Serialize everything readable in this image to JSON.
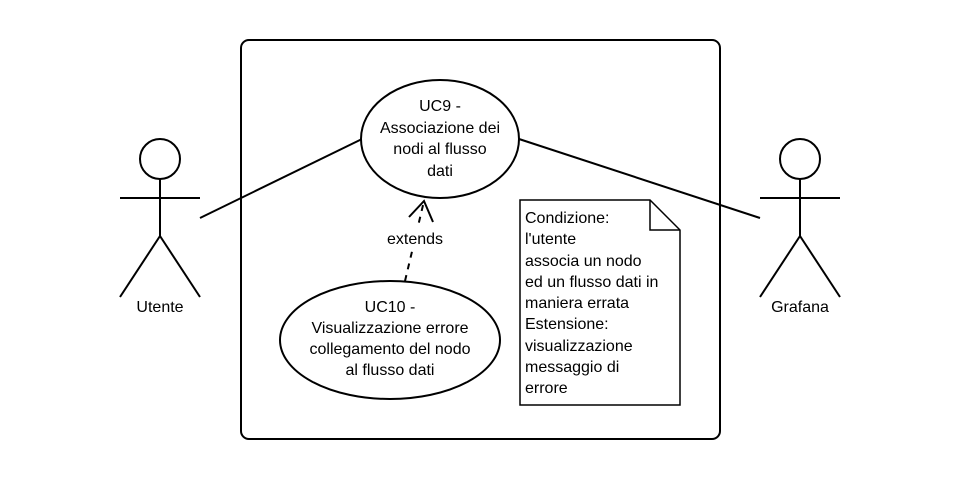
{
  "diagram": {
    "actors": {
      "left": {
        "label": "Utente"
      },
      "right": {
        "label": "Grafana"
      }
    },
    "use_cases": {
      "uc9": {
        "label": "UC9 -\nAssociazione dei\nnodi al flusso\ndati"
      },
      "uc10": {
        "label": "UC10 -\nVisualizzazione errore\ncollegamento del nodo\nal flusso dati"
      }
    },
    "relation": {
      "label": "extends"
    },
    "note": {
      "text": "Condizione:\nl'utente\nassocia un nodo\ned un flusso dati in\nmaniera errata\nEstensione:\nvisualizzazione\nmessaggio di\nerrore"
    }
  }
}
